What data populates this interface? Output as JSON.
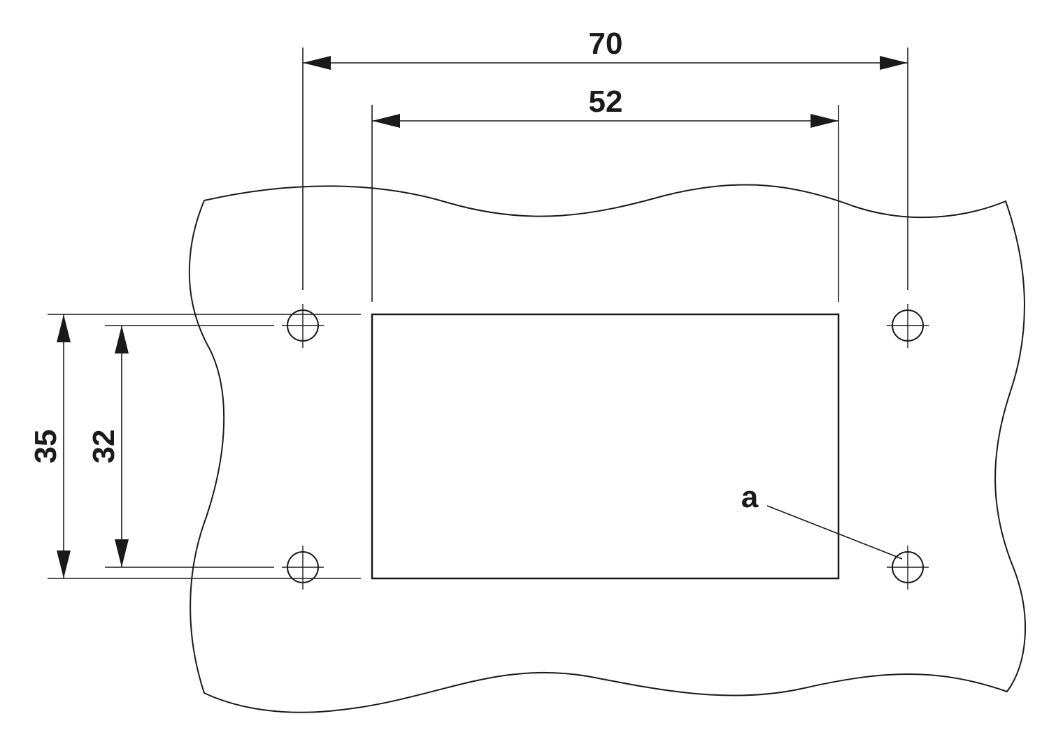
{
  "dimensions": {
    "width_outer": "70",
    "width_inner": "52",
    "height_outer": "35",
    "height_inner": "32"
  },
  "callout": {
    "label": "a"
  },
  "colors": {
    "line": "#1a1a1a",
    "background": "#ffffff"
  }
}
